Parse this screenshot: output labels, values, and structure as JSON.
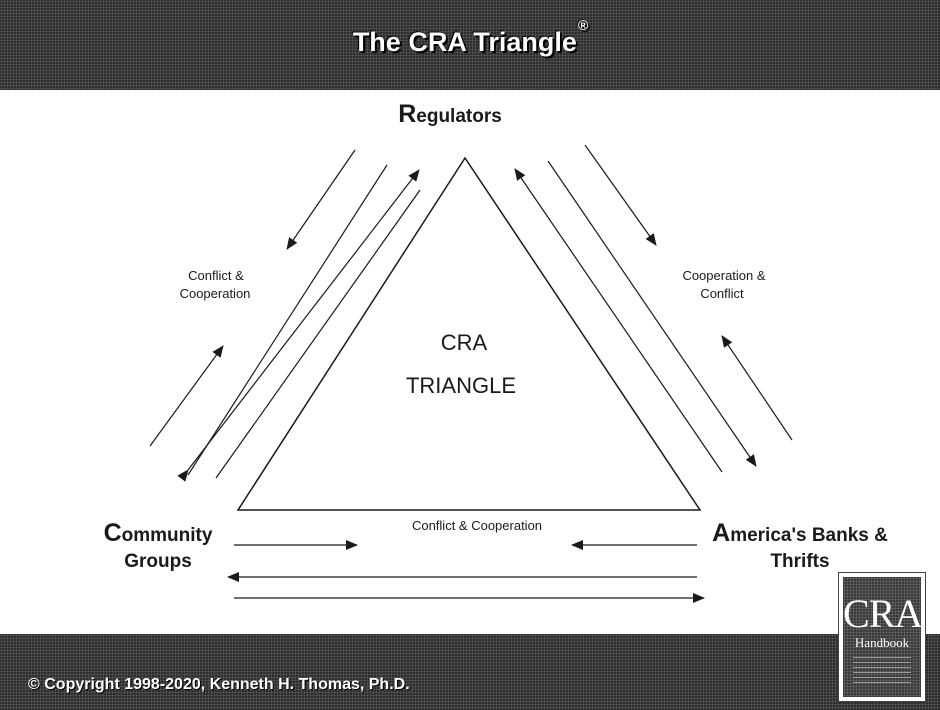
{
  "header": {
    "title": "The CRA Triangle",
    "mark": "®"
  },
  "diagram": {
    "vertices": {
      "top": "Regulators",
      "left_line1": "Community",
      "left_line2": "Groups",
      "right_line1": "America's Banks &",
      "right_line2": "Thrifts"
    },
    "center": {
      "line1": "CRA",
      "line2": "TRIANGLE"
    },
    "relations": {
      "left_line1": "Conflict &",
      "left_line2": "Cooperation",
      "right_line1": "Cooperation &",
      "right_line2": "Conflict",
      "bottom": "Conflict & Cooperation"
    }
  },
  "book": {
    "title": "CRA",
    "subtitle": "Handbook"
  },
  "footer": {
    "copyright": "© Copyright 1998-2020, Kenneth H. Thomas, Ph.D."
  },
  "colors": {
    "band": "#2e2e2e",
    "ink": "#1a1a1a",
    "background": "#ffffff"
  }
}
